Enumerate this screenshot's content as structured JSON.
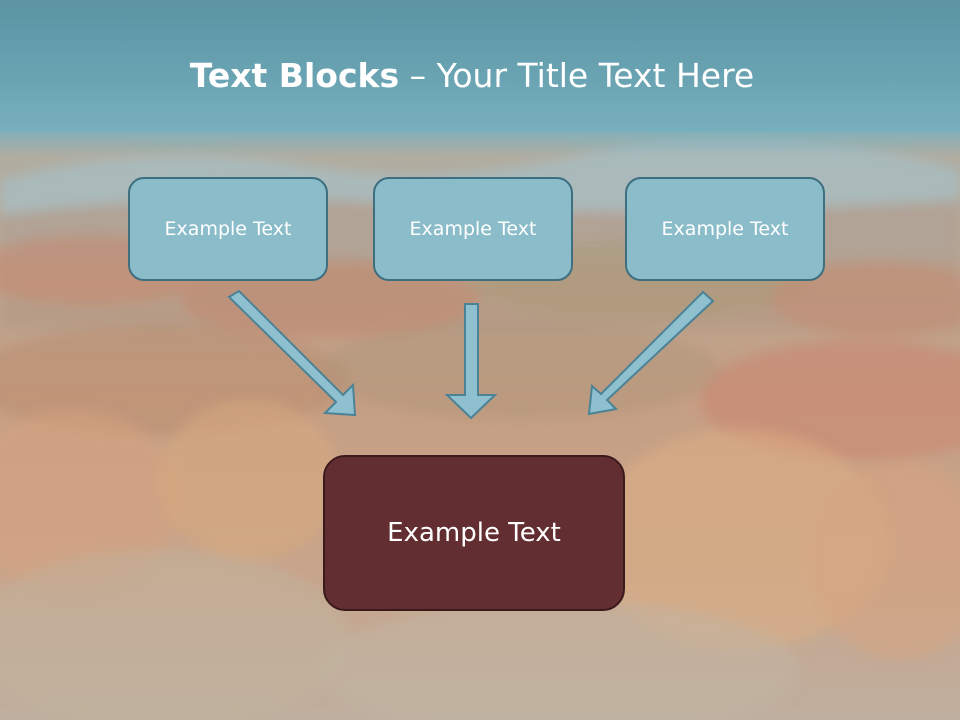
{
  "title": {
    "bold": "Text Blocks",
    "separator": " – ",
    "rest": "Your Title Text Here"
  },
  "blocks": [
    "Example Text",
    "Example Text",
    "Example Text"
  ],
  "target": "Example Text",
  "colors": {
    "header": "#6aa4b3",
    "block_fill": "#8bbcca",
    "block_border": "#3d6f80",
    "target_fill": "#632e31",
    "arrow_fill": "#8ec0cf"
  }
}
